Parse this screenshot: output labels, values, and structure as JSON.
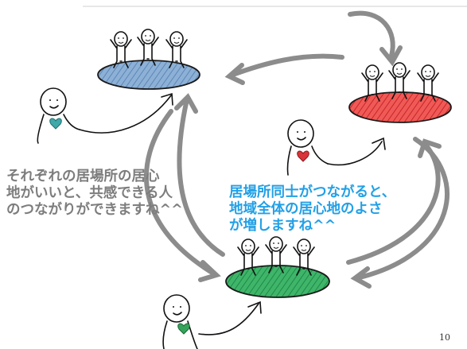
{
  "slide": {
    "page_number": "10",
    "caption_left": [
      "それぞれの居場所の居心",
      "地がいいと、共感できる人",
      "のつながりができますね^^"
    ],
    "caption_right": [
      "居場所同士がつながると、",
      "地域全体の居心地のよさ",
      "が増しますね^^"
    ]
  },
  "colors": {
    "place_blue": "#7fa6cf",
    "place_red": "#e8403f",
    "place_green": "#2ea35a",
    "arrow_gray": "#8c8c8c",
    "heart_teal": "#3fa8a8",
    "heart_red": "#d9343a",
    "heart_green": "#36a35a",
    "caption_gray": "#7d7d7d",
    "caption_blue": "#22a0e6"
  },
  "elements": {
    "places": [
      "blue-place",
      "red-place",
      "green-place"
    ],
    "icons": [
      "stick-figure-icon",
      "heart-icon",
      "curved-arrow-icon"
    ]
  }
}
